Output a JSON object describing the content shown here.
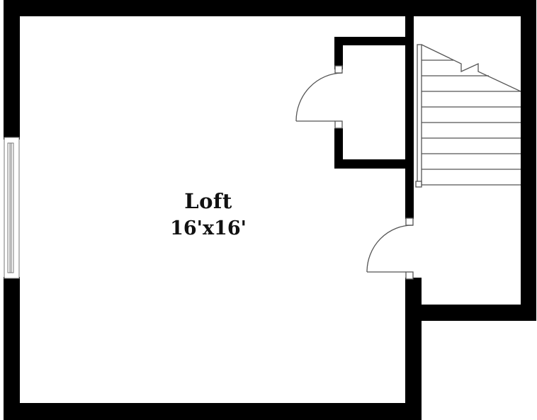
{
  "floorplan": {
    "rooms": [
      {
        "name": "Loft",
        "dimensions": "16'x16'"
      }
    ],
    "elements": {
      "walls": "exterior-and-interior-walls",
      "window": "left-wall-window",
      "closet": "closet-with-swing-door",
      "loft_door": "swing-door-to-stair-landing",
      "stairs": "staircase-with-break-line"
    },
    "colors": {
      "wall": "#000000",
      "background": "#ffffff",
      "line": "#555555",
      "text": "#111111"
    }
  }
}
